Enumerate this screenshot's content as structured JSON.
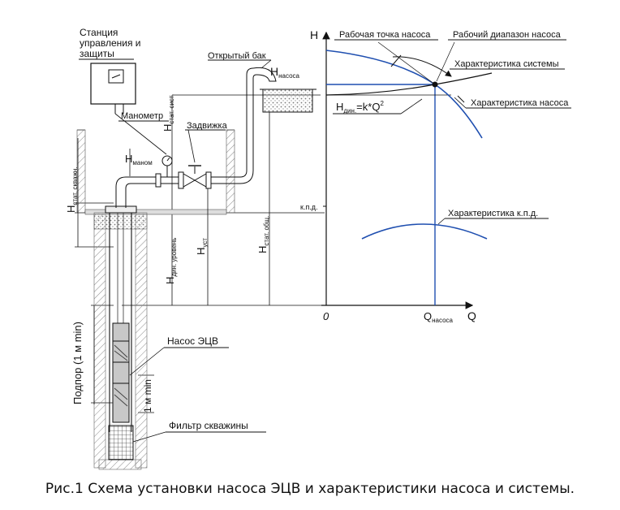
{
  "diagram": {
    "station_label": [
      "Станция",
      "управления и",
      "защиты"
    ],
    "open_tank": "Открытый бак",
    "manometer": "Манометр",
    "valve": "Задвижка",
    "h_manom": {
      "main": "H",
      "sub": "маном"
    },
    "h_nasosa": {
      "main": "H",
      "sub": "насоса"
    },
    "h_stat_sist": {
      "main": "H",
      "sub": "стат. сист."
    },
    "h_stat_skvazh": {
      "main": "H",
      "sub": "стат. скважн."
    },
    "h_din_uroven": {
      "main": "H",
      "sub": "дин. уровень"
    },
    "h_ust": {
      "main": "H",
      "sub": "уст"
    },
    "h_stat_obsch": {
      "main": "H",
      "sub": "стат. общ."
    },
    "podpor": "Подпор (1 м min)",
    "one_m_min": "1 м min",
    "pump": "Насос ЭЦВ",
    "filter": "Фильтр скважины"
  },
  "chart": {
    "y_axis": "H",
    "x_axis": "Q",
    "origin": "0",
    "kpd_tick": "к.п.д.",
    "q_nasosa": {
      "main": "Q",
      "sub": "насоса"
    },
    "working_point": "Рабочая точка насоса",
    "working_range": "Рабочий диапазон насоса",
    "system_char": "Характеристика системы",
    "pump_char": "Характеристика насоса",
    "kpd_char": "Характеристика к.п.д.",
    "h_din": {
      "main": "H",
      "sub": "дин.",
      "rest": "=k*Q",
      "sup": "2"
    }
  },
  "caption": "Рис.1 Схема установки насоса ЭЦВ и характеристики насоса и системы.",
  "colors": {
    "curve": "#1f4fb0",
    "line": "#111111",
    "hatch": "#777777"
  }
}
